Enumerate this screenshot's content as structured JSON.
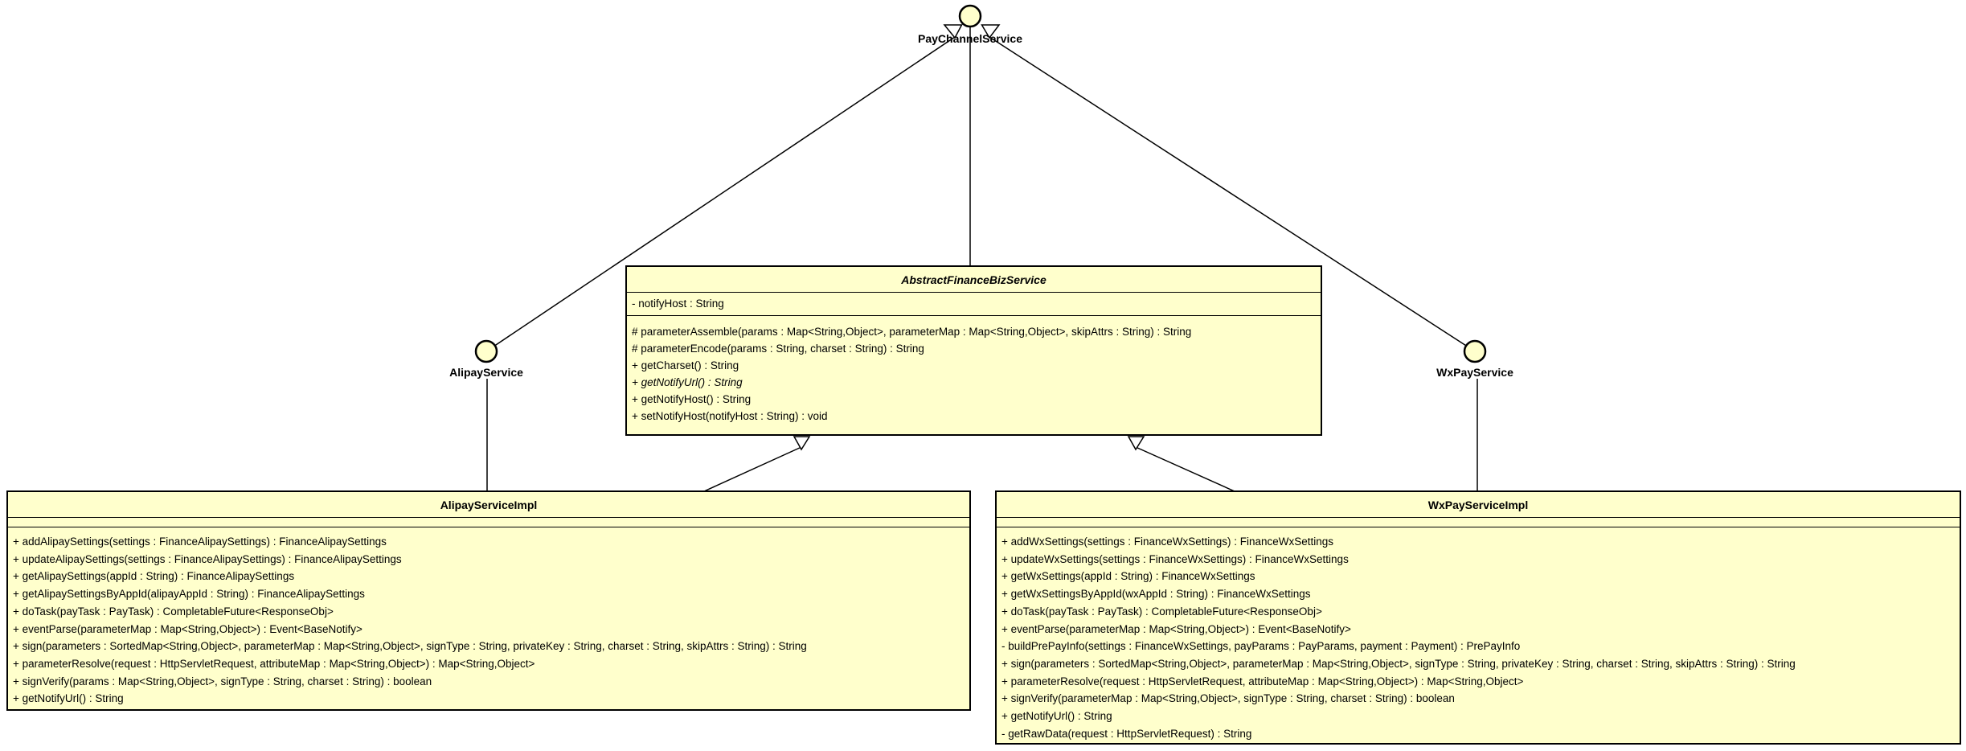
{
  "colors": {
    "node_fill": "#FFFFCC",
    "node_border": "#000000",
    "line": "#000000",
    "background": "#FFFFFF"
  },
  "interfaces": {
    "pay_channel": {
      "label": "PayChannelService"
    },
    "alipay": {
      "label": "AlipayService"
    },
    "wxpay": {
      "label": "WxPayService"
    }
  },
  "classes": {
    "abstract_finance": {
      "title": "AbstractFinanceBizService",
      "attributes": [
        "- notifyHost : String"
      ],
      "methods": [
        "# parameterAssemble(params : Map<String,Object>, parameterMap : Map<String,Object>, skipAttrs : String) : String",
        "# parameterEncode(params : String, charset : String) : String",
        "+ getCharset() : String",
        "+ getNotifyUrl() : String",
        "+ getNotifyHost() : String",
        "+ setNotifyHost(notifyHost : String) : void"
      ]
    },
    "alipay_impl": {
      "title": "AlipayServiceImpl",
      "attributes": [],
      "methods": [
        "+ addAlipaySettings(settings : FinanceAlipaySettings) : FinanceAlipaySettings",
        "+ updateAlipaySettings(settings : FinanceAlipaySettings) : FinanceAlipaySettings",
        "+ getAlipaySettings(appId : String) : FinanceAlipaySettings",
        "+ getAlipaySettingsByAppId(alipayAppId : String) : FinanceAlipaySettings",
        "+ doTask(payTask : PayTask) : CompletableFuture<ResponseObj>",
        "+ eventParse(parameterMap : Map<String,Object>) : Event<BaseNotify>",
        "+ sign(parameters : SortedMap<String,Object>, parameterMap : Map<String,Object>, signType : String, privateKey : String, charset : String, skipAttrs : String) : String",
        "+ parameterResolve(request : HttpServletRequest, attributeMap : Map<String,Object>) : Map<String,Object>",
        "+ signVerify(params : Map<String,Object>, signType : String, charset : String) : boolean",
        "+ getNotifyUrl() : String"
      ]
    },
    "wx_impl": {
      "title": "WxPayServiceImpl",
      "attributes": [],
      "methods": [
        "+ addWxSettings(settings : FinanceWxSettings) : FinanceWxSettings",
        "+ updateWxSettings(settings : FinanceWxSettings) : FinanceWxSettings",
        "+ getWxSettings(appId : String) : FinanceWxSettings",
        "+ getWxSettingsByAppId(wxAppId : String) : FinanceWxSettings",
        "+ doTask(payTask : PayTask) : CompletableFuture<ResponseObj>",
        "+ eventParse(parameterMap : Map<String,Object>) : Event<BaseNotify>",
        "- buildPrePayInfo(settings : FinanceWxSettings, payParams : PayParams, payment : Payment) : PrePayInfo",
        "+ sign(parameters : SortedMap<String,Object>, parameterMap : Map<String,Object>, signType : String, privateKey : String, charset : String, skipAttrs : String) : String",
        "+ parameterResolve(request : HttpServletRequest, attributeMap : Map<String,Object>) : Map<String,Object>",
        "+ signVerify(parameterMap : Map<String,Object>, signType : String, charset : String) : boolean",
        "+ getNotifyUrl() : String",
        "- getRawData(request : HttpServletRequest) : String"
      ]
    }
  }
}
